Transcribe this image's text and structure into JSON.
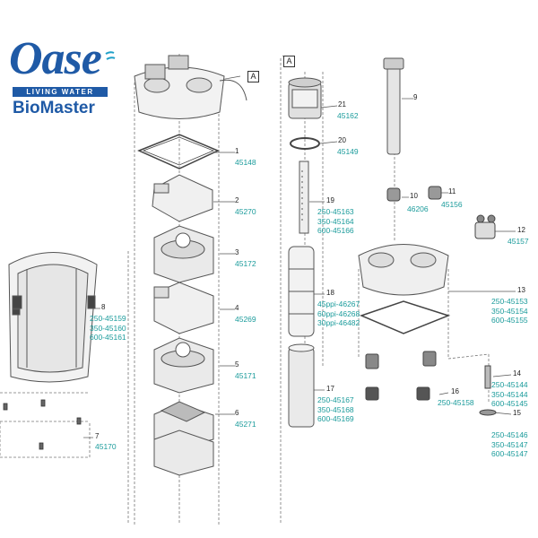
{
  "brand": {
    "name": "Oase",
    "tagline": "LIVING WATER",
    "product": "BioMaster"
  },
  "colors": {
    "brand_blue": "#1f5aa6",
    "part_code": "#1a9b9b",
    "drawing": "#555555"
  },
  "box_label": "A",
  "parts": [
    {
      "num": "1",
      "codes": [
        "45148"
      ]
    },
    {
      "num": "2",
      "codes": [
        "45270"
      ]
    },
    {
      "num": "3",
      "codes": [
        "45172"
      ]
    },
    {
      "num": "4",
      "codes": [
        "45269"
      ]
    },
    {
      "num": "5",
      "codes": [
        "45171"
      ]
    },
    {
      "num": "6",
      "codes": [
        "45271"
      ]
    },
    {
      "num": "7",
      "codes": [
        "45170"
      ]
    },
    {
      "num": "8",
      "codes": [
        "250-45159",
        "350-45160",
        "600-45161"
      ]
    },
    {
      "num": "9",
      "codes": []
    },
    {
      "num": "10",
      "codes": [
        "46206"
      ]
    },
    {
      "num": "11",
      "codes": [
        "45156"
      ]
    },
    {
      "num": "12",
      "codes": [
        "45157"
      ]
    },
    {
      "num": "13",
      "codes": [
        "250-45153",
        "350-45154",
        "600-45155"
      ]
    },
    {
      "num": "14",
      "codes": [
        "250-45144",
        "350-45144",
        "600-45145"
      ]
    },
    {
      "num": "15",
      "codes": [
        "250-45146",
        "350-45147",
        "600-45147"
      ]
    },
    {
      "num": "16",
      "codes": [
        "250-45158"
      ]
    },
    {
      "num": "17",
      "codes": [
        "250-45167",
        "350-45168",
        "600-45169"
      ]
    },
    {
      "num": "18",
      "codes": [
        "45ppi-46267",
        "60ppi-46268",
        "30ppi-46482"
      ]
    },
    {
      "num": "19",
      "codes": [
        "250-45163",
        "350-45164",
        "600-45166"
      ]
    },
    {
      "num": "20",
      "codes": [
        "45149"
      ]
    },
    {
      "num": "21",
      "codes": [
        "45162"
      ]
    }
  ]
}
